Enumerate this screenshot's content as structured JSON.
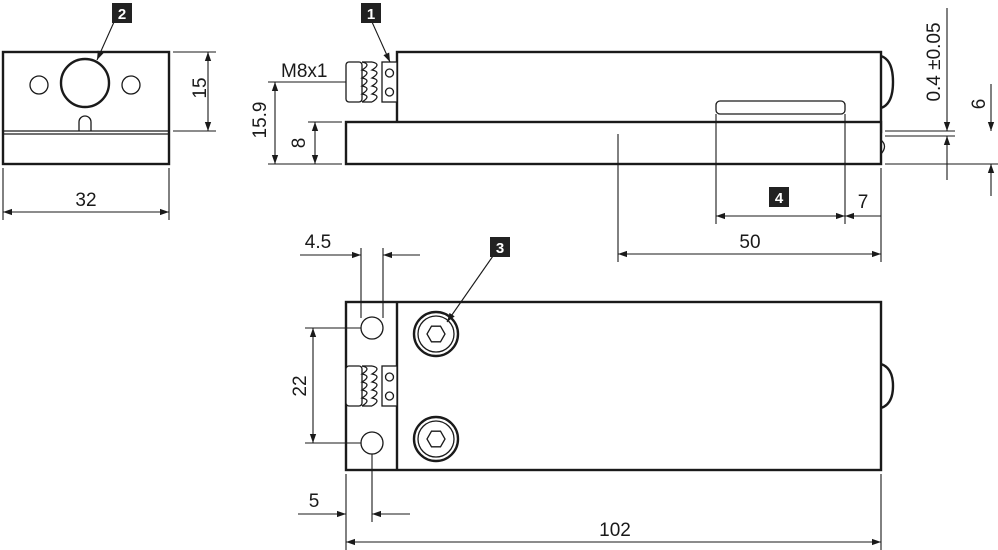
{
  "callouts": {
    "c1": "1",
    "c2": "2",
    "c3": "3",
    "c4": "4"
  },
  "labels": {
    "thread": "M8x1"
  },
  "dimensions": {
    "end_width": "32",
    "end_height": "15",
    "side_height": "15.9",
    "base_height": "8",
    "gap": "0.4 ±0.05",
    "step": "6",
    "length_50": "50",
    "length_7": "7",
    "hole_offset": "4.5",
    "hole_spacing": "22",
    "edge_5": "5",
    "total_length": "102"
  }
}
